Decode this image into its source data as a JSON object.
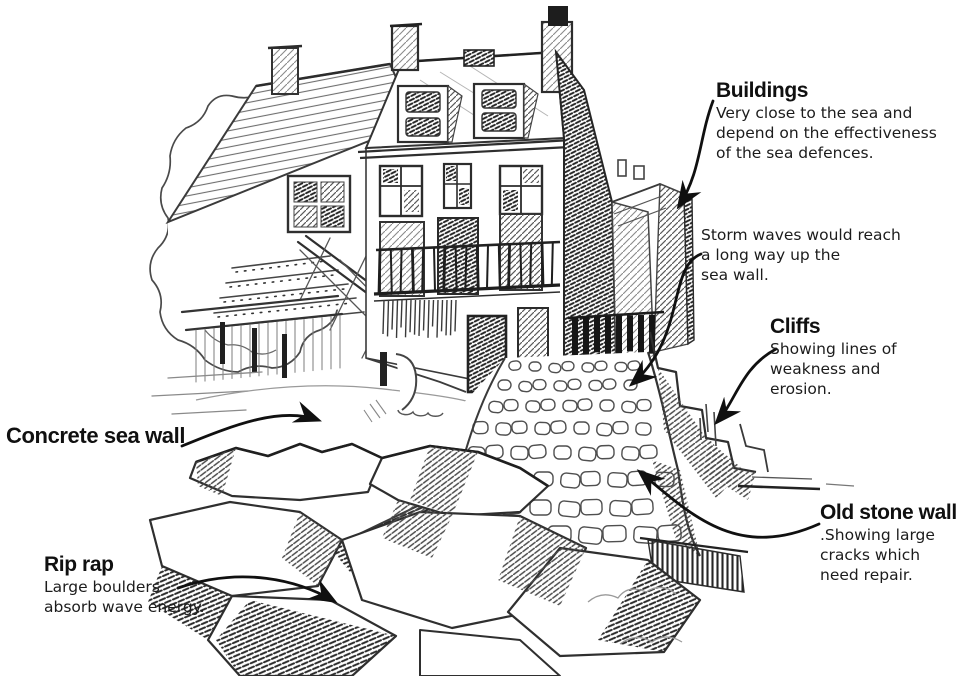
{
  "title": "Coastal defences annotated sketch",
  "colors": {
    "paper": "#ffffff",
    "ink": "#161616",
    "pencil": "#3f3f3f",
    "arrow": "#101010"
  },
  "annotations": {
    "buildings": {
      "title": "Buildings",
      "body": "Very close to the sea and\ndepend on the effectiveness\nof the sea defences."
    },
    "storm_waves": {
      "body": "Storm waves would reach\na long way up the\nsea wall."
    },
    "cliffs": {
      "title": "Cliffs",
      "body": "Showing lines of\nweakness and\nerosion."
    },
    "concrete_sea_wall": {
      "title": "Concrete sea wall"
    },
    "old_stone_wall": {
      "title": "Old stone wall",
      "body": ".Showing large\ncracks which\nneed repair."
    },
    "rip_rap": {
      "title": "Rip rap",
      "body": "Large boulders\nabsorb wave energy."
    }
  }
}
